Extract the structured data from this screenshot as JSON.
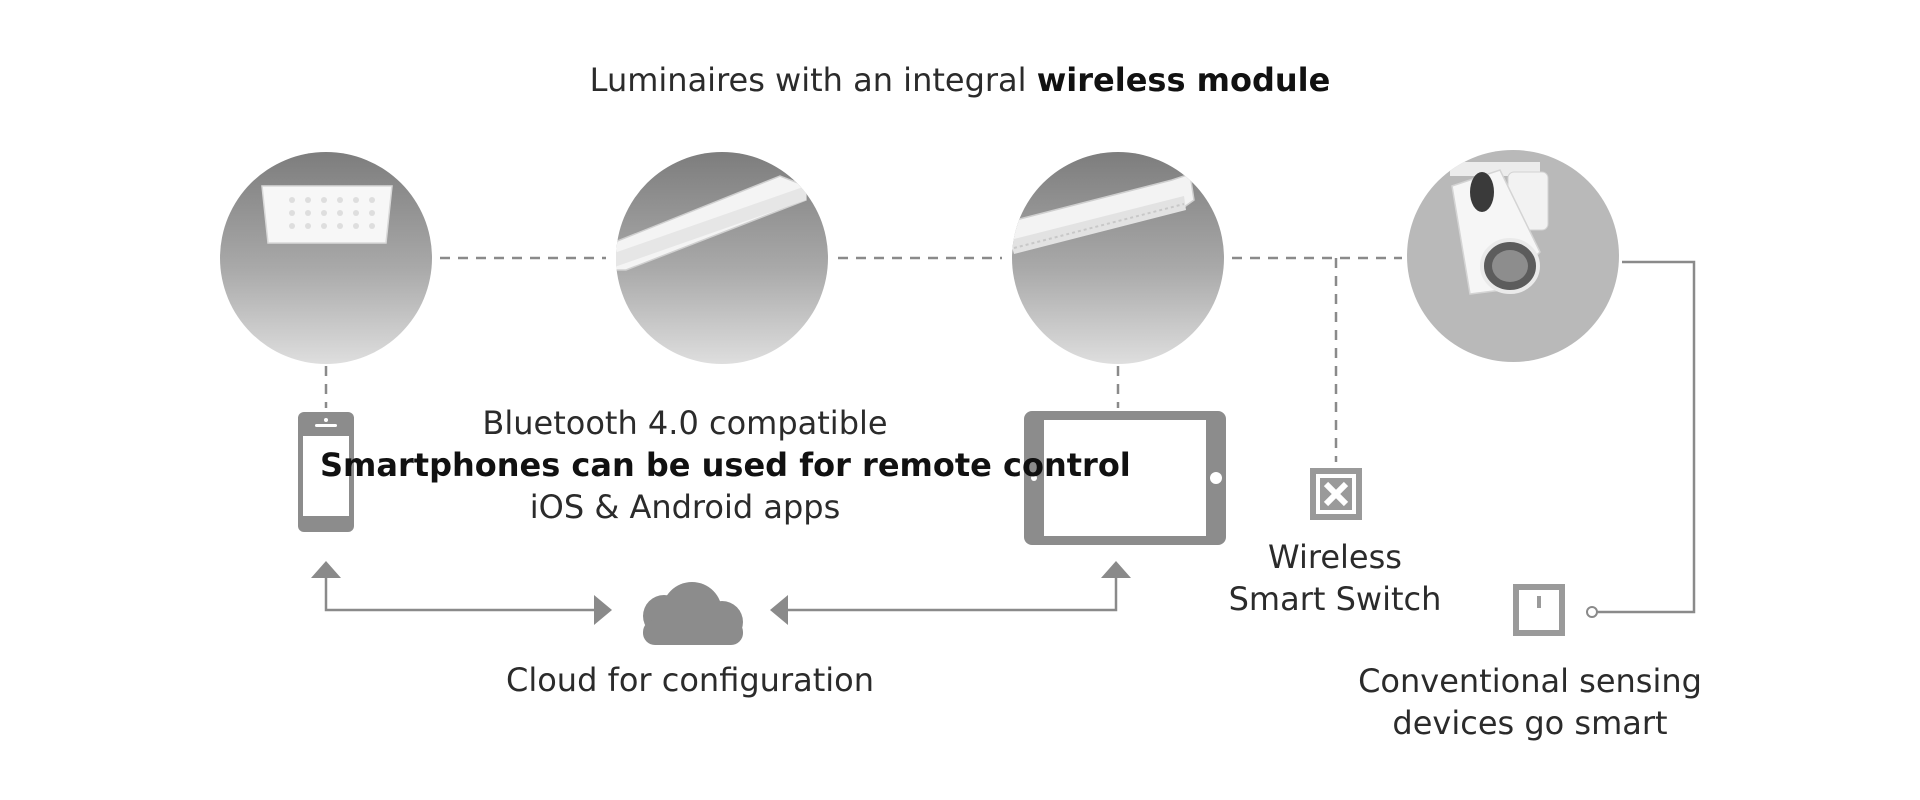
{
  "header": {
    "title_prefix": "Luminaires with an integral ",
    "title_bold": "wireless module"
  },
  "luminaires": [
    {
      "name": "square-panel-luminaire"
    },
    {
      "name": "linear-pendant-luminaire"
    },
    {
      "name": "linear-batten-luminaire"
    },
    {
      "name": "track-spotlight-luminaire"
    }
  ],
  "bluetooth": {
    "line1": "Bluetooth 4.0 compatible",
    "line2": "Smartphones can be used for remote control",
    "line3": "iOS & Android apps"
  },
  "cloud": {
    "label": "Cloud for configuration",
    "icon": "cloud-icon"
  },
  "smart_switch": {
    "line1": "Wireless",
    "line2": "Smart Switch",
    "icon": "smart-switch-icon"
  },
  "sensing": {
    "line1": "Conventional sensing",
    "line2": "devices go smart",
    "icon": "wall-switch-icon"
  },
  "devices": {
    "phone_icon": "smartphone-icon",
    "tablet_icon": "tablet-icon"
  },
  "colors": {
    "line": "#8a8a8a",
    "circle_top": "#7f7f7f",
    "circle_bottom": "#d6d6d6",
    "device": "#8c8c8c"
  }
}
